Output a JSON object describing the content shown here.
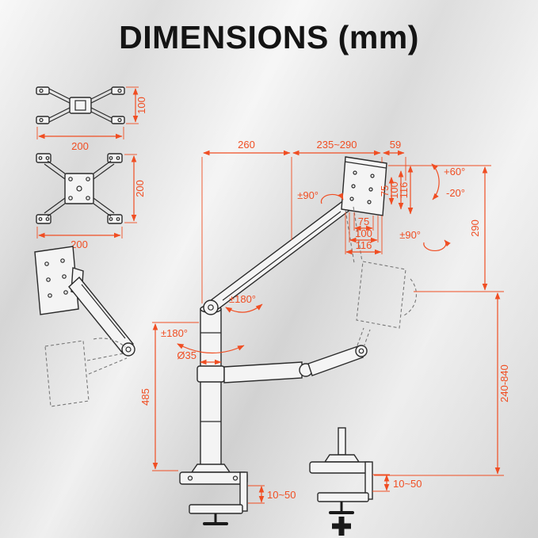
{
  "title": "DIMENSIONS (mm)",
  "colors": {
    "accent": "#f04e23",
    "line": "#2a2a2a"
  },
  "vesa_top": {
    "height": "100",
    "width": "200"
  },
  "vesa_front": {
    "height": "200",
    "width": "200"
  },
  "reach": {
    "upper_arm": "260",
    "extension": "235~290",
    "head": "59"
  },
  "tilt": {
    "up": "+60°",
    "down": "-20°"
  },
  "vesa_v": {
    "a": "75",
    "b": "100",
    "c": "116"
  },
  "vesa_h": {
    "a": "75",
    "b": "100",
    "c": "116"
  },
  "rot": {
    "head": "±90°",
    "side": "±90°",
    "arm": "±180°",
    "pole": "±180°"
  },
  "pole": {
    "diameter": "Ø35",
    "column_height": "485",
    "height_range": "240-840",
    "vertical_travel": "290"
  },
  "clamp": {
    "range_left": "10~50",
    "range_right": "10~50"
  }
}
